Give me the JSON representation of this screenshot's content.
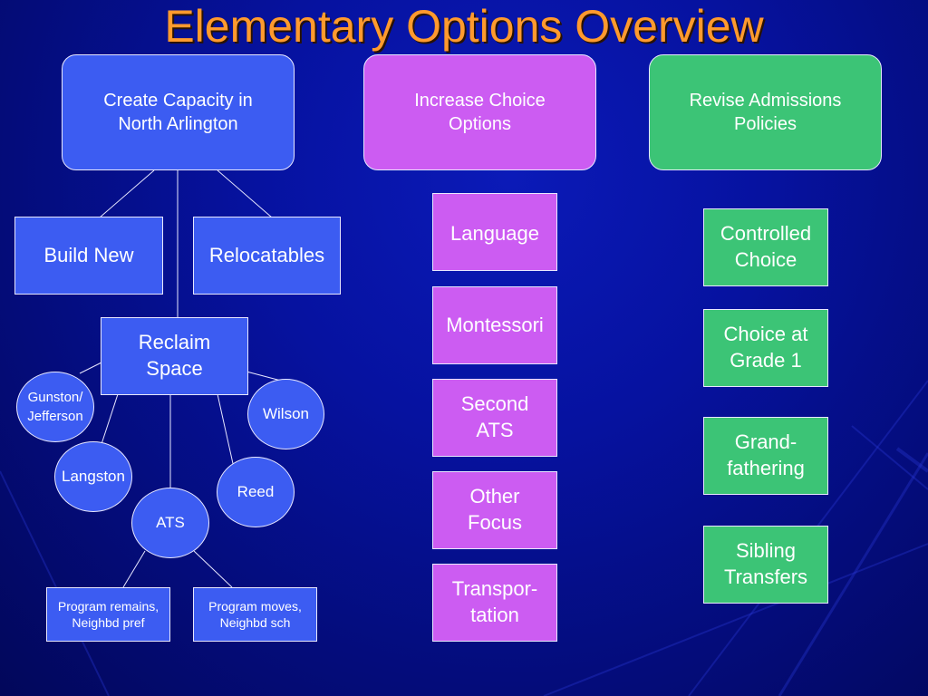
{
  "title": "Elementary Options Overview",
  "colors": {
    "blue": "#3c5cf2",
    "purple": "#cc5cf2",
    "green": "#3cc476",
    "title": "#ff9a2e"
  },
  "categories": {
    "capacity": {
      "line1": "Create Capacity in",
      "line2": "North Arlington"
    },
    "choice": {
      "line1": "Increase Choice",
      "line2": "Options"
    },
    "admissions": {
      "line1": "Revise Admissions",
      "line2": "Policies"
    }
  },
  "capacity": {
    "build_new": "Build New",
    "relocatables": "Relocatables",
    "reclaim": {
      "line1": "Reclaim",
      "line2": "Space"
    },
    "schools": {
      "gunston": {
        "line1": "Gunston/",
        "line2": "Jefferson"
      },
      "wilson": "Wilson",
      "langston": "Langston",
      "reed": "Reed",
      "ats": "ATS"
    },
    "program_remains": {
      "line1": "Program remains,",
      "line2": "Neighbd pref"
    },
    "program_moves": {
      "line1": "Program moves,",
      "line2": "Neighbd sch"
    }
  },
  "choice_options": {
    "language": "Language",
    "montessori": "Montessori",
    "second_ats": {
      "line1": "Second",
      "line2": "ATS"
    },
    "other_focus": {
      "line1": "Other",
      "line2": "Focus"
    },
    "transportation": {
      "line1": "Transpor-",
      "line2": "tation"
    }
  },
  "admissions_options": {
    "controlled": {
      "line1": "Controlled",
      "line2": "Choice"
    },
    "grade1": {
      "line1": "Choice at",
      "line2": "Grade 1"
    },
    "grandfathering": {
      "line1": "Grand-",
      "line2": "fathering"
    },
    "sibling": {
      "line1": "Sibling",
      "line2": "Transfers"
    }
  }
}
